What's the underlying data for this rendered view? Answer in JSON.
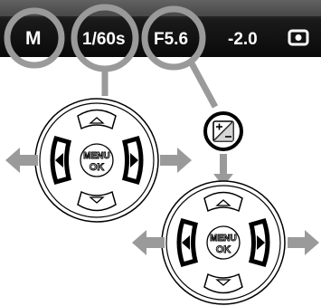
{
  "lcd": {
    "mode": "M",
    "shutter": "1/60s",
    "aperture": "F5.6",
    "exposure_comp": "-2.0",
    "metering_icon": "metering-mode-icon"
  },
  "dial_top": {
    "center_line1": "MENU",
    "center_line2": "OK",
    "icons": [
      "up-triangle-icon",
      "down-triangle-icon",
      "left-triangle-icon",
      "right-triangle-icon"
    ]
  },
  "exposure_button": {
    "icon": "exposure-compensation-icon"
  },
  "dial_bottom": {
    "center_line1": "MENU",
    "center_line2": "OK",
    "icons": [
      "up-triangle-icon",
      "down-triangle-icon",
      "left-triangle-icon",
      "right-triangle-icon"
    ]
  },
  "colors": {
    "lcd_bg": "#111111",
    "lcd_text": "#ffffff",
    "highlight": "#9a9a9a",
    "arrow": "#9a9a9a",
    "outline": "#000000"
  }
}
